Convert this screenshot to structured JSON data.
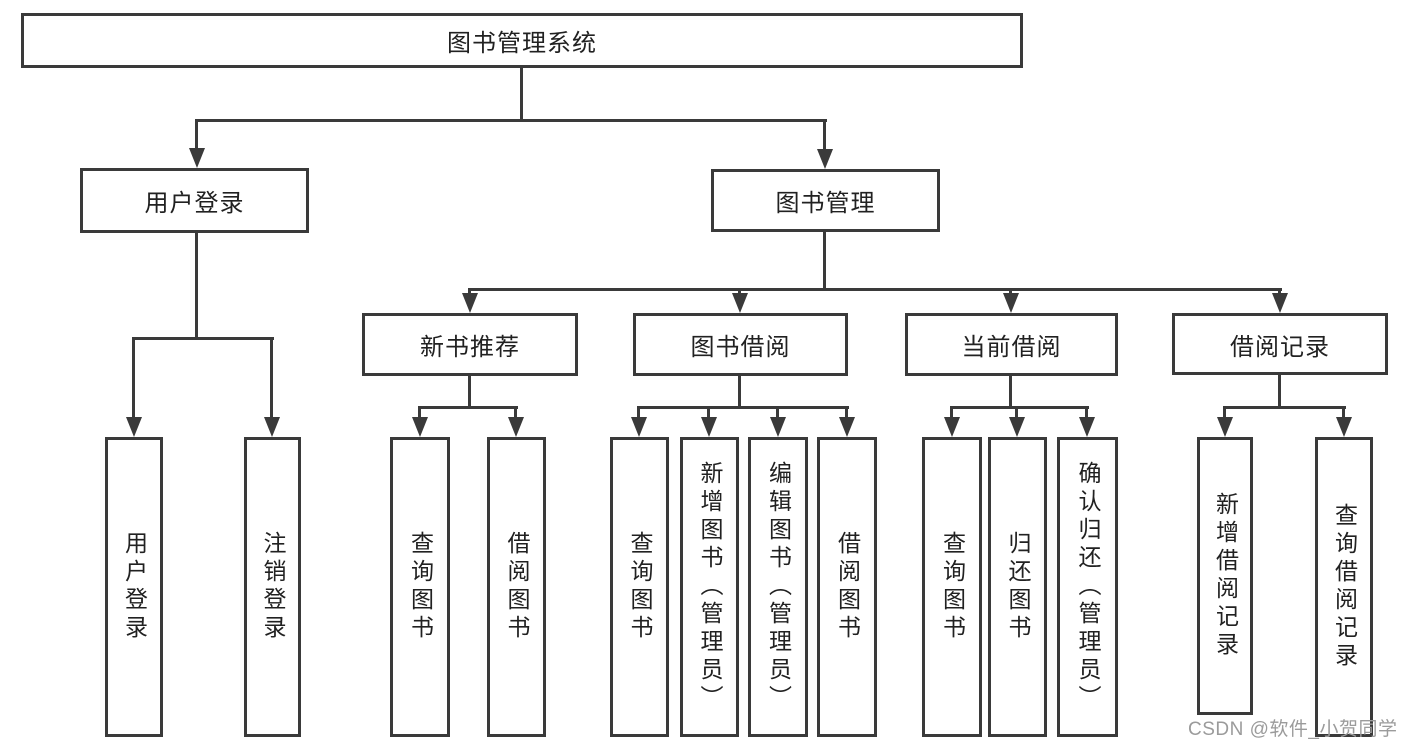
{
  "diagram": {
    "root": {
      "label": "图书管理系统"
    },
    "branches": {
      "user_login": {
        "label": "用户登录",
        "children": [
          "用户登录",
          "注销登录"
        ]
      },
      "book_management": {
        "label": "图书管理",
        "children": {
          "new_book_recommend": {
            "label": "新书推荐",
            "children": [
              "查询图书",
              "借阅图书"
            ]
          },
          "book_borrowing": {
            "label": "图书借阅",
            "children": [
              "查询图书",
              "新增图书（管理员）",
              "编辑图书（管理员）",
              "借阅图书"
            ]
          },
          "current_borrowing": {
            "label": "当前借阅",
            "children": [
              "查询图书",
              "归还图书",
              "确认归还（管理员）"
            ]
          },
          "borrowing_records": {
            "label": "借阅记录",
            "children": [
              "新增借阅记录",
              "查询借阅记录"
            ]
          }
        }
      }
    }
  },
  "watermark": {
    "text": "CSDN @软件_小贺同学"
  },
  "colors": {
    "line": "#3a3a3a",
    "text": "#212121",
    "watermark": "#9b9b9b",
    "background": "#ffffff"
  }
}
